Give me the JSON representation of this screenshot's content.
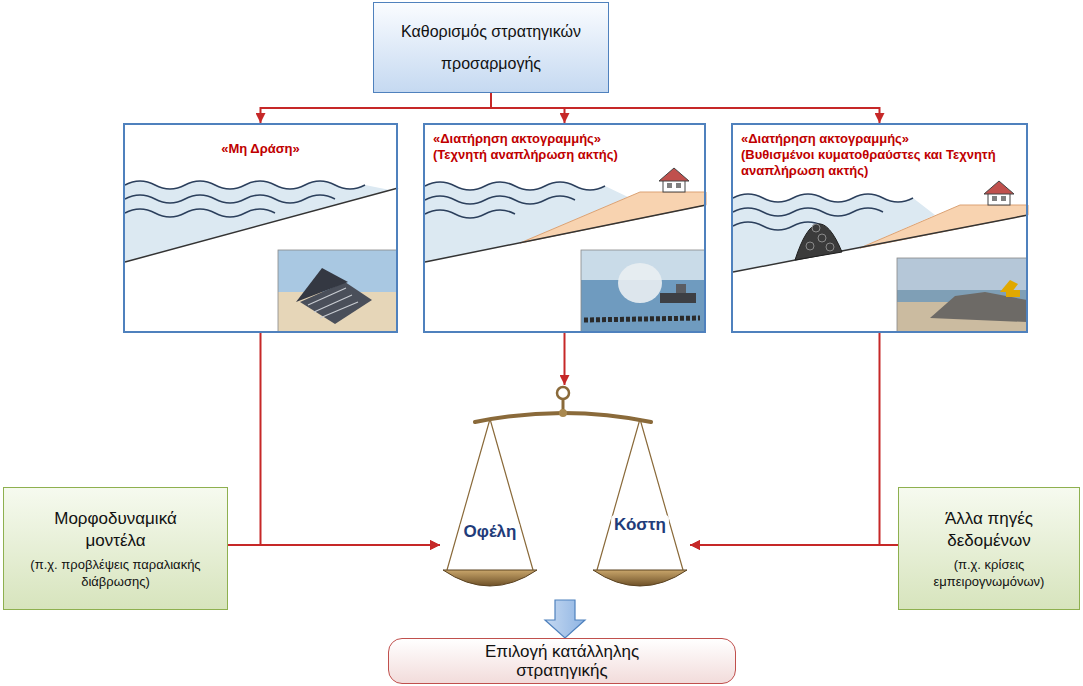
{
  "diagram": {
    "nodes": [
      {
        "text": [
          "Καθορισμός στρατηγικών προσαρμογής"
        ]
      },
      {
        "text": [
          "«Μη Δράση»"
        ]
      },
      {
        "text": [
          "«Διατήρηση ακτογραμμής»",
          "(Τεχνητή αναπλήρωση ακτής)"
        ]
      },
      {
        "text": [
          "«Διατήρηση ακτογραμμής»",
          "(Βυθισμένοι κυματοθραύστες και Τεχνητή αναπλήρωση ακτής)"
        ]
      },
      {
        "text": [
          "Μορφοδυναμικά μοντέλα",
          "(π.χ. προβλέψεις παραλιακής διάβρωσης)"
        ]
      },
      {
        "text": [
          "Οφέλη",
          "Κόστη"
        ]
      },
      {
        "text": [
          "Άλλα πηγές δεδομένων",
          "(π.χ. κρίσεις εμπειρογνωμόνων)"
        ]
      },
      {
        "text": [
          "Επιλογή κατάλληλης στρατηγικής"
        ]
      }
    ],
    "edges": [
      {
        "from": 0,
        "to": 1,
        "arrow": "to"
      },
      {
        "from": 0,
        "to": 2,
        "arrow": "to"
      },
      {
        "from": 0,
        "to": 3,
        "arrow": "to"
      },
      {
        "from": 1,
        "to": 5,
        "arrow": "to"
      },
      {
        "from": 4,
        "to": 5,
        "arrow": "to"
      },
      {
        "from": 2,
        "to": 5,
        "arrow": "to"
      },
      {
        "from": 3,
        "to": 5,
        "arrow": "to"
      },
      {
        "from": 6,
        "to": 5,
        "arrow": "to"
      },
      {
        "from": 5,
        "to": 7,
        "arrow": "to"
      }
    ]
  }
}
